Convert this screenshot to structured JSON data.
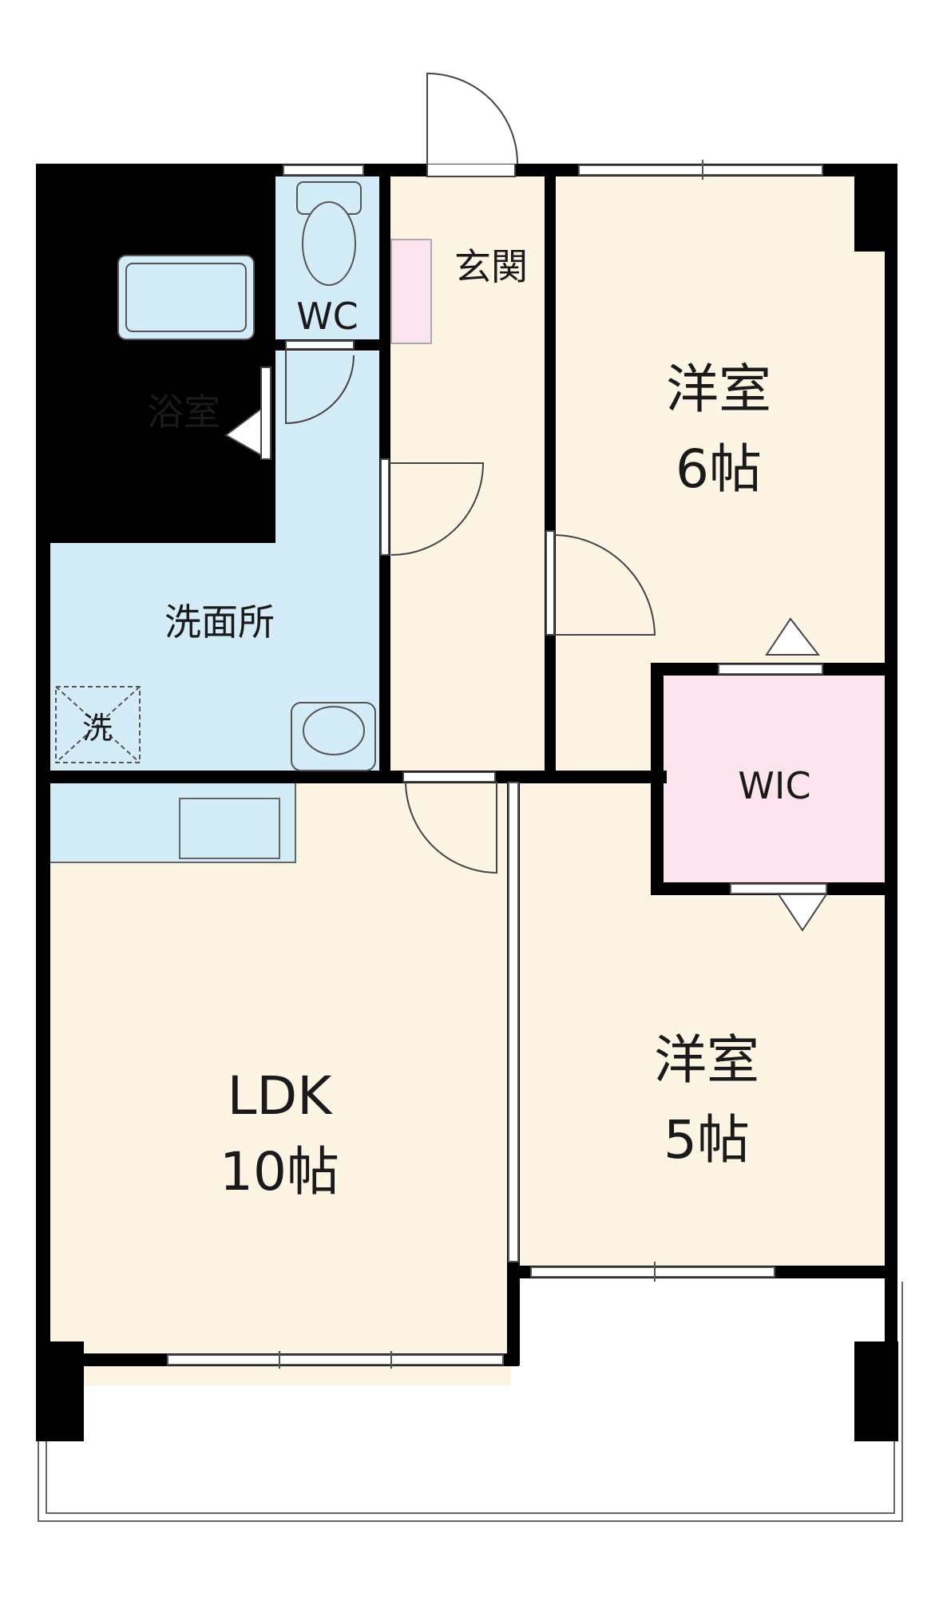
{
  "floorplan": {
    "rooms": {
      "western_6": {
        "name": "洋室",
        "size": "6帖"
      },
      "western_5": {
        "name": "洋室",
        "size": "5帖"
      },
      "ldk": {
        "name": "LDK",
        "size": "10帖"
      },
      "entrance": {
        "name": "玄関"
      },
      "wc": {
        "name": "WC"
      },
      "bath": {
        "name": "浴室"
      },
      "washroom": {
        "name": "洗面所"
      },
      "wic": {
        "name": "WIC"
      },
      "washer": {
        "name": "洗"
      }
    },
    "colors": {
      "wall": "#000000",
      "living_floor": "#fdf5e3",
      "wet_floor": "#d3ecf8",
      "closet_floor": "#fbe4ee",
      "shoe_cabinet": "#fbe4ee",
      "background": "#ffffff"
    }
  }
}
